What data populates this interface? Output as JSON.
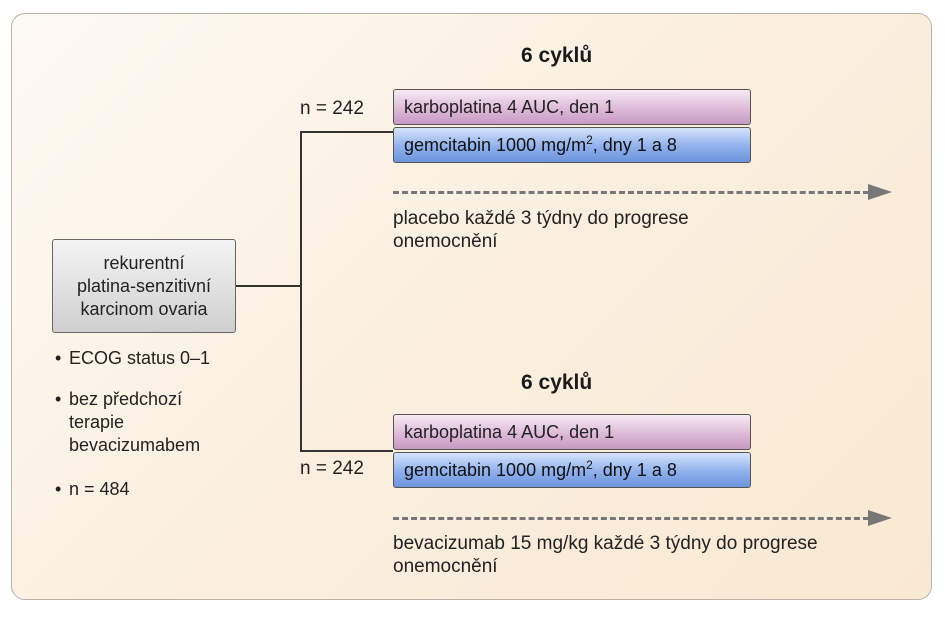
{
  "population": {
    "box_lines": [
      "rekurentní",
      "platina-senzitivní",
      "karcinom ovaria"
    ],
    "bullets": [
      [
        "ECOG status 0–1"
      ],
      [
        "bez předchozí",
        "terapie",
        "bevacizumabem"
      ],
      [
        "n = 484"
      ]
    ]
  },
  "arms": [
    {
      "cycles_label": "6 cyklů",
      "n_label": "n = 242",
      "carbo": "karboplatina 4 AUC, den 1",
      "gem_prefix": "gemcitabin 1000 mg/m",
      "gem_sup": "2",
      "gem_suffix": ", dny 1 a 8",
      "maintenance_lines": [
        "placebo každé 3 týdny do progrese",
        "onemocnění"
      ]
    },
    {
      "cycles_label": "6 cyklů",
      "n_label": "n = 242",
      "carbo": "karboplatina 4 AUC, den 1",
      "gem_prefix": "gemcitabin 1000 mg/m",
      "gem_sup": "2",
      "gem_suffix": ", dny 1 a 8",
      "maintenance_lines": [
        "bevacizumab 15 mg/kg každé 3 týdny do progrese",
        "onemocnění"
      ]
    }
  ]
}
